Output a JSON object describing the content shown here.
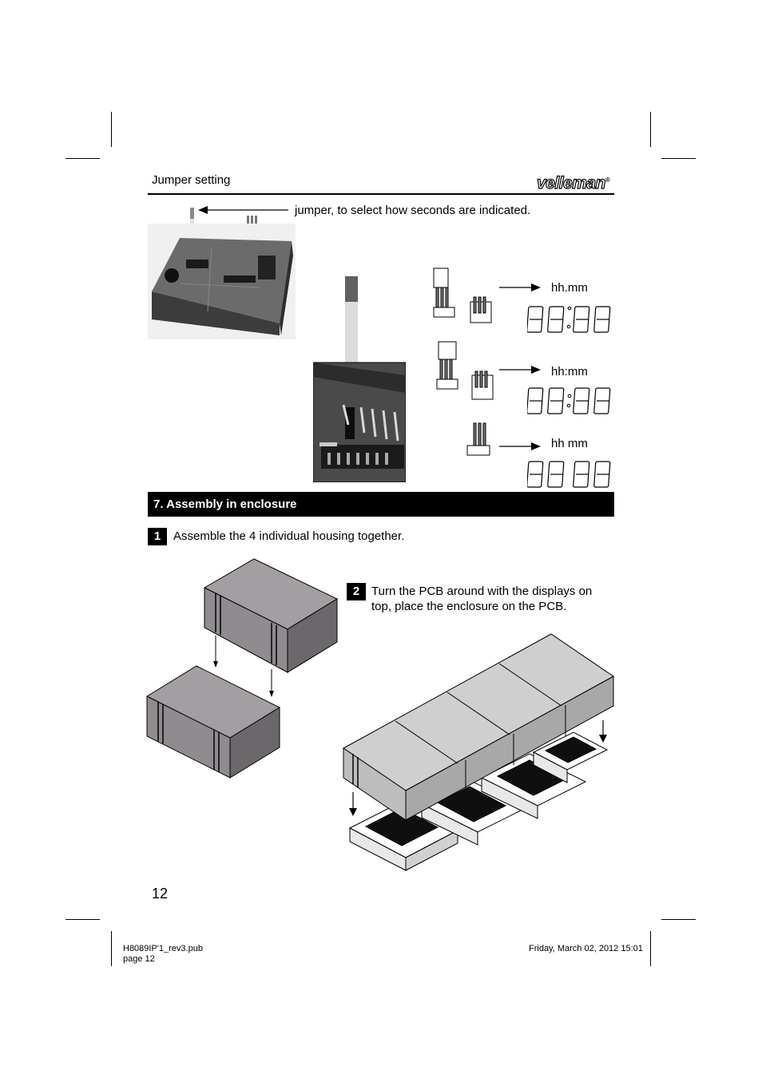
{
  "header": {
    "title": "Jumper setting",
    "logo": "velleman",
    "logo_mark": "®"
  },
  "jumper_section": {
    "callout": "jumper, to select how seconds are indicated.",
    "modes": [
      {
        "label": "hh.mm"
      },
      {
        "label": "hh:mm"
      },
      {
        "label": "hh mm"
      }
    ]
  },
  "assembly": {
    "section_title": "7. Assembly in enclosure",
    "steps": [
      {
        "number": "1",
        "text": "Assemble the 4 individual housing together."
      },
      {
        "number": "2",
        "text_lines": [
          "Turn the PCB around with the displays on",
          "top, place the enclosure on the PCB."
        ]
      }
    ]
  },
  "page_number": "12",
  "footer": {
    "file": "H8089IP'1_rev3.pub",
    "page": "page 12",
    "timestamp": "Friday, March 02, 2012 15:01"
  }
}
